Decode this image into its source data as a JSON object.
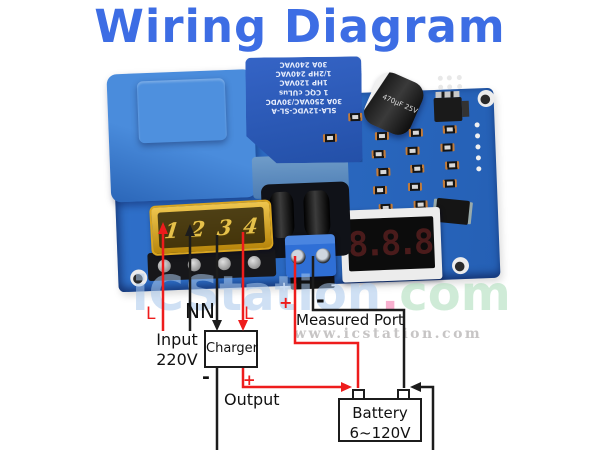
{
  "title": "Wiring Diagram",
  "pcb": {
    "relay_lines": [
      "SLA-12VDC-SL-A",
      "30A 250VAC/30VDC",
      "1  CQC  cULus",
      "1HP 120VAC",
      "1/2HP 240VAC",
      "30A 240VAC"
    ],
    "capacitor_label": "470µF 25V",
    "terminals": [
      "1",
      "2",
      "3",
      "4"
    ],
    "display": "8.8.8",
    "silk_plus": "+",
    "silk_minus": "-"
  },
  "wiring": {
    "line_l1": "L",
    "line_n": "NN",
    "line_l2": "L",
    "measured_plus": "+",
    "measured_minus": "-",
    "measured_port": "Measured Port",
    "input_line1": "Input",
    "input_line2": "220V",
    "charger": "Charger",
    "out_minus": "-",
    "out_plus": "+",
    "output": "Output",
    "battery_line1": "Battery",
    "battery_line2": "6~120V"
  },
  "watermark": {
    "part1": "iC",
    "part2": "Station",
    "dot": ".",
    "part3": "com",
    "url": "www.icstation.com"
  },
  "colors": {
    "title_blue": "#3d6de4",
    "wire_red": "#ee1c1c",
    "wire_black": "#1c1c1c",
    "pcb_blue": "#2b69c3",
    "terminal_amber": "#d9a520"
  }
}
